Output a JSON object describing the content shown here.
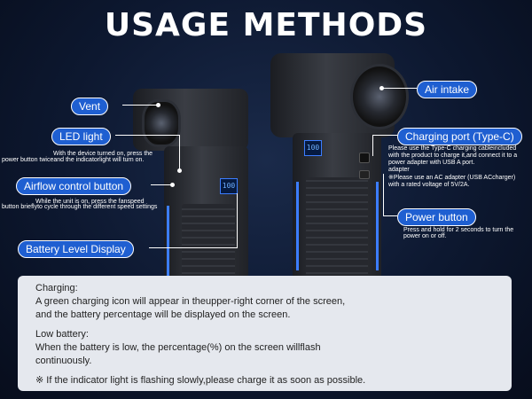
{
  "title": "USAGE METHODS",
  "labels": {
    "vent": "Vent",
    "led_light": "LED light",
    "airflow_button": "Airflow control button",
    "battery_display": "Battery Level Display",
    "air_intake": "Air intake",
    "charging_port": "Charging port (Type-C)",
    "power_button": "Power button"
  },
  "notes": {
    "led_1": "With the device turned on, press the",
    "led_2": "power button twiceand the indicatorlight will turn on.",
    "airflow_1": "While the unit is on, press the fanspeed",
    "airflow_2": "button brieflyto cycle through the different speed settings",
    "charging_1": "Please use the Type-C charging cableincluded",
    "charging_2": "with the product to charge it,and connect it to a",
    "charging_3": "power adapter with USB A port.",
    "charging_4": "adapter",
    "charging_5": "※Please use an AC adapter (USB ACcharger)",
    "charging_6": "with a rated voltage of 5V/2A.",
    "power_1": "Press and hold for 2 seconds to turn the",
    "power_2": "power on or off."
  },
  "screen_value": "100",
  "panel": {
    "charging_heading": "Charging:",
    "charging_1": "A green charging icon will appear in theupper-right corner of the screen,",
    "charging_2": "and the battery percentage will be displayed on the screen.",
    "low_heading": "Low battery:",
    "low_1": "When the battery is low, the percentage(%) on the screen willflash",
    "low_2": "continuously.",
    "tip": "※ If the indicator light is flashing slowly,please charge it as soon as possible."
  },
  "colors": {
    "accent": "#1f5fd1",
    "screen": "#3c7dff",
    "panel": "#e5e8ee"
  },
  "icons": [
    "fan-icon"
  ]
}
